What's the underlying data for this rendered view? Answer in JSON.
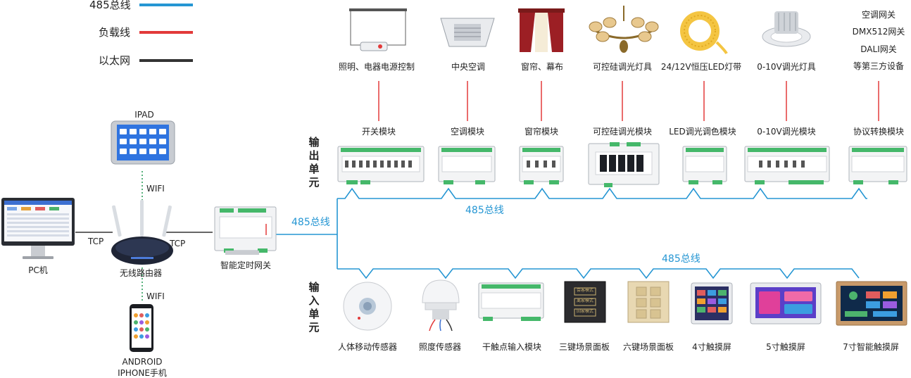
{
  "colors": {
    "bus485": "#2596d3",
    "load": "#e23a3a",
    "ethernet": "#333333",
    "wifi": "#2e9e5b",
    "module": "#f3f4f5"
  },
  "legend": [
    {
      "label": "485总线",
      "color": "#2596d3"
    },
    {
      "label": "负载线",
      "color": "#e23a3a"
    },
    {
      "label": "以太网",
      "color": "#333333"
    }
  ],
  "network": {
    "pc": "PC机",
    "router": "无线路由器",
    "ipad": "IPAD",
    "phone_line1": "ANDROID",
    "phone_line2": "IPHONE手机",
    "wifi_top": "WIFI",
    "wifi_bottom": "WIFI",
    "tcp_left": "TCP",
    "tcp_right": "TCP",
    "gateway": "智能定时网关"
  },
  "bus_labels": {
    "main": "485总线",
    "output": "485总线",
    "input": "485总线"
  },
  "sections": {
    "output": "输出单元",
    "input": "输入单元"
  },
  "loads": [
    {
      "label": "照明、电器电源控制",
      "icon": "projector-icon"
    },
    {
      "label": "中央空调",
      "icon": "ceiling-ac-icon"
    },
    {
      "label": "窗帘、幕布",
      "icon": "curtain-icon"
    },
    {
      "label": "可控硅调光灯具",
      "icon": "chandelier-icon"
    },
    {
      "label": "24/12V恒压LED灯带",
      "icon": "led-strip-icon"
    },
    {
      "label": "0-10V调光灯具",
      "icon": "downlight-icon"
    }
  ],
  "third_party": [
    "空调网关",
    "DMX512网关",
    "DALI网关",
    "等第三方设备"
  ],
  "output_modules": [
    "开关模块",
    "空调模块",
    "窗帘模块",
    "可控硅调光模块",
    "LED调光调色模块",
    "0-10V调光模块",
    "协议转换模块"
  ],
  "input_devices": [
    "人体移动传感器",
    "照度传感器",
    "干触点输入模块",
    "三键场景面板",
    "六键场景面板",
    "4寸触摸屏",
    "5寸触摸屏",
    "7寸智能触摸屏"
  ],
  "panel3": {
    "keys": [
      "会客模式",
      "离家模式",
      "回家模式"
    ]
  }
}
